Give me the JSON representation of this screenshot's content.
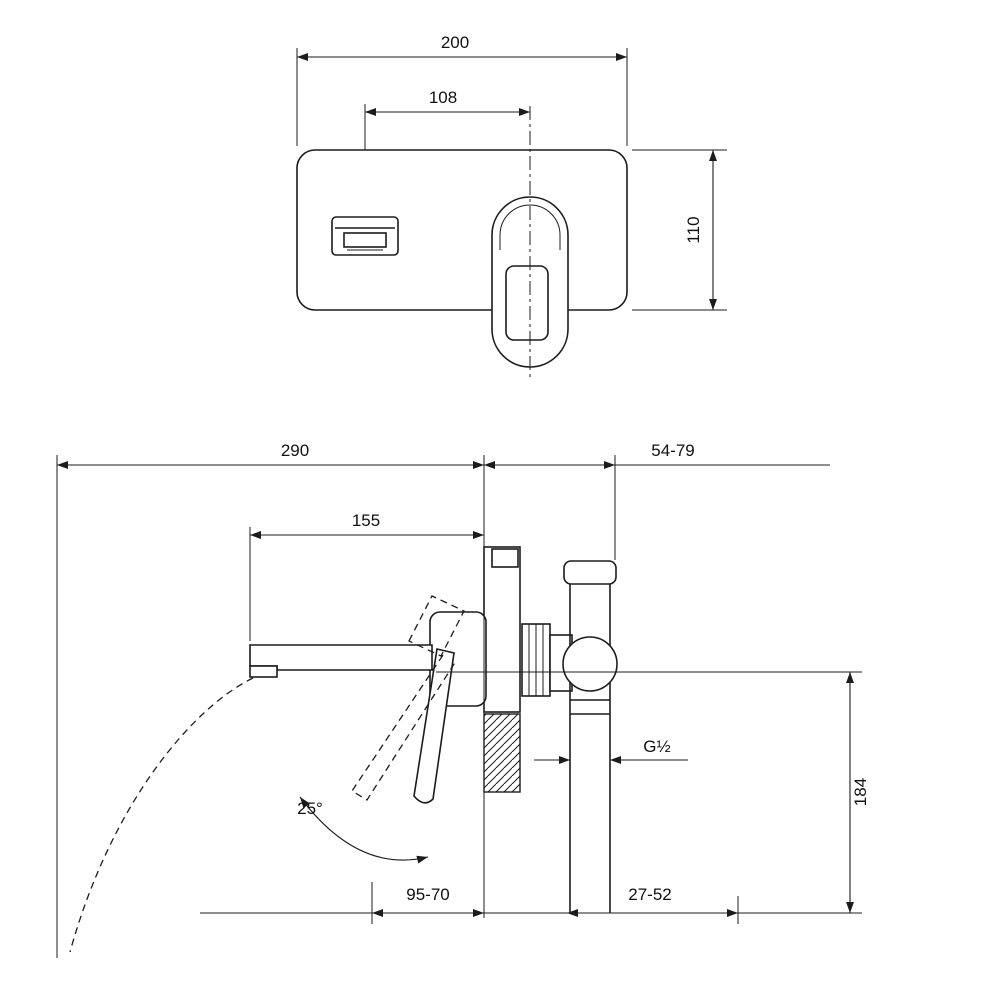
{
  "drawing": {
    "type": "technical-drawing",
    "front": {
      "width": "200",
      "spout_offset": "108",
      "height": "110"
    },
    "side": {
      "projection": "290",
      "wall_range": "54-79",
      "spout_length": "155",
      "thread": "G½",
      "height_below": "184",
      "handle_angle": "25°",
      "front_clearance": "95-70",
      "rear_range": "27-52"
    }
  }
}
